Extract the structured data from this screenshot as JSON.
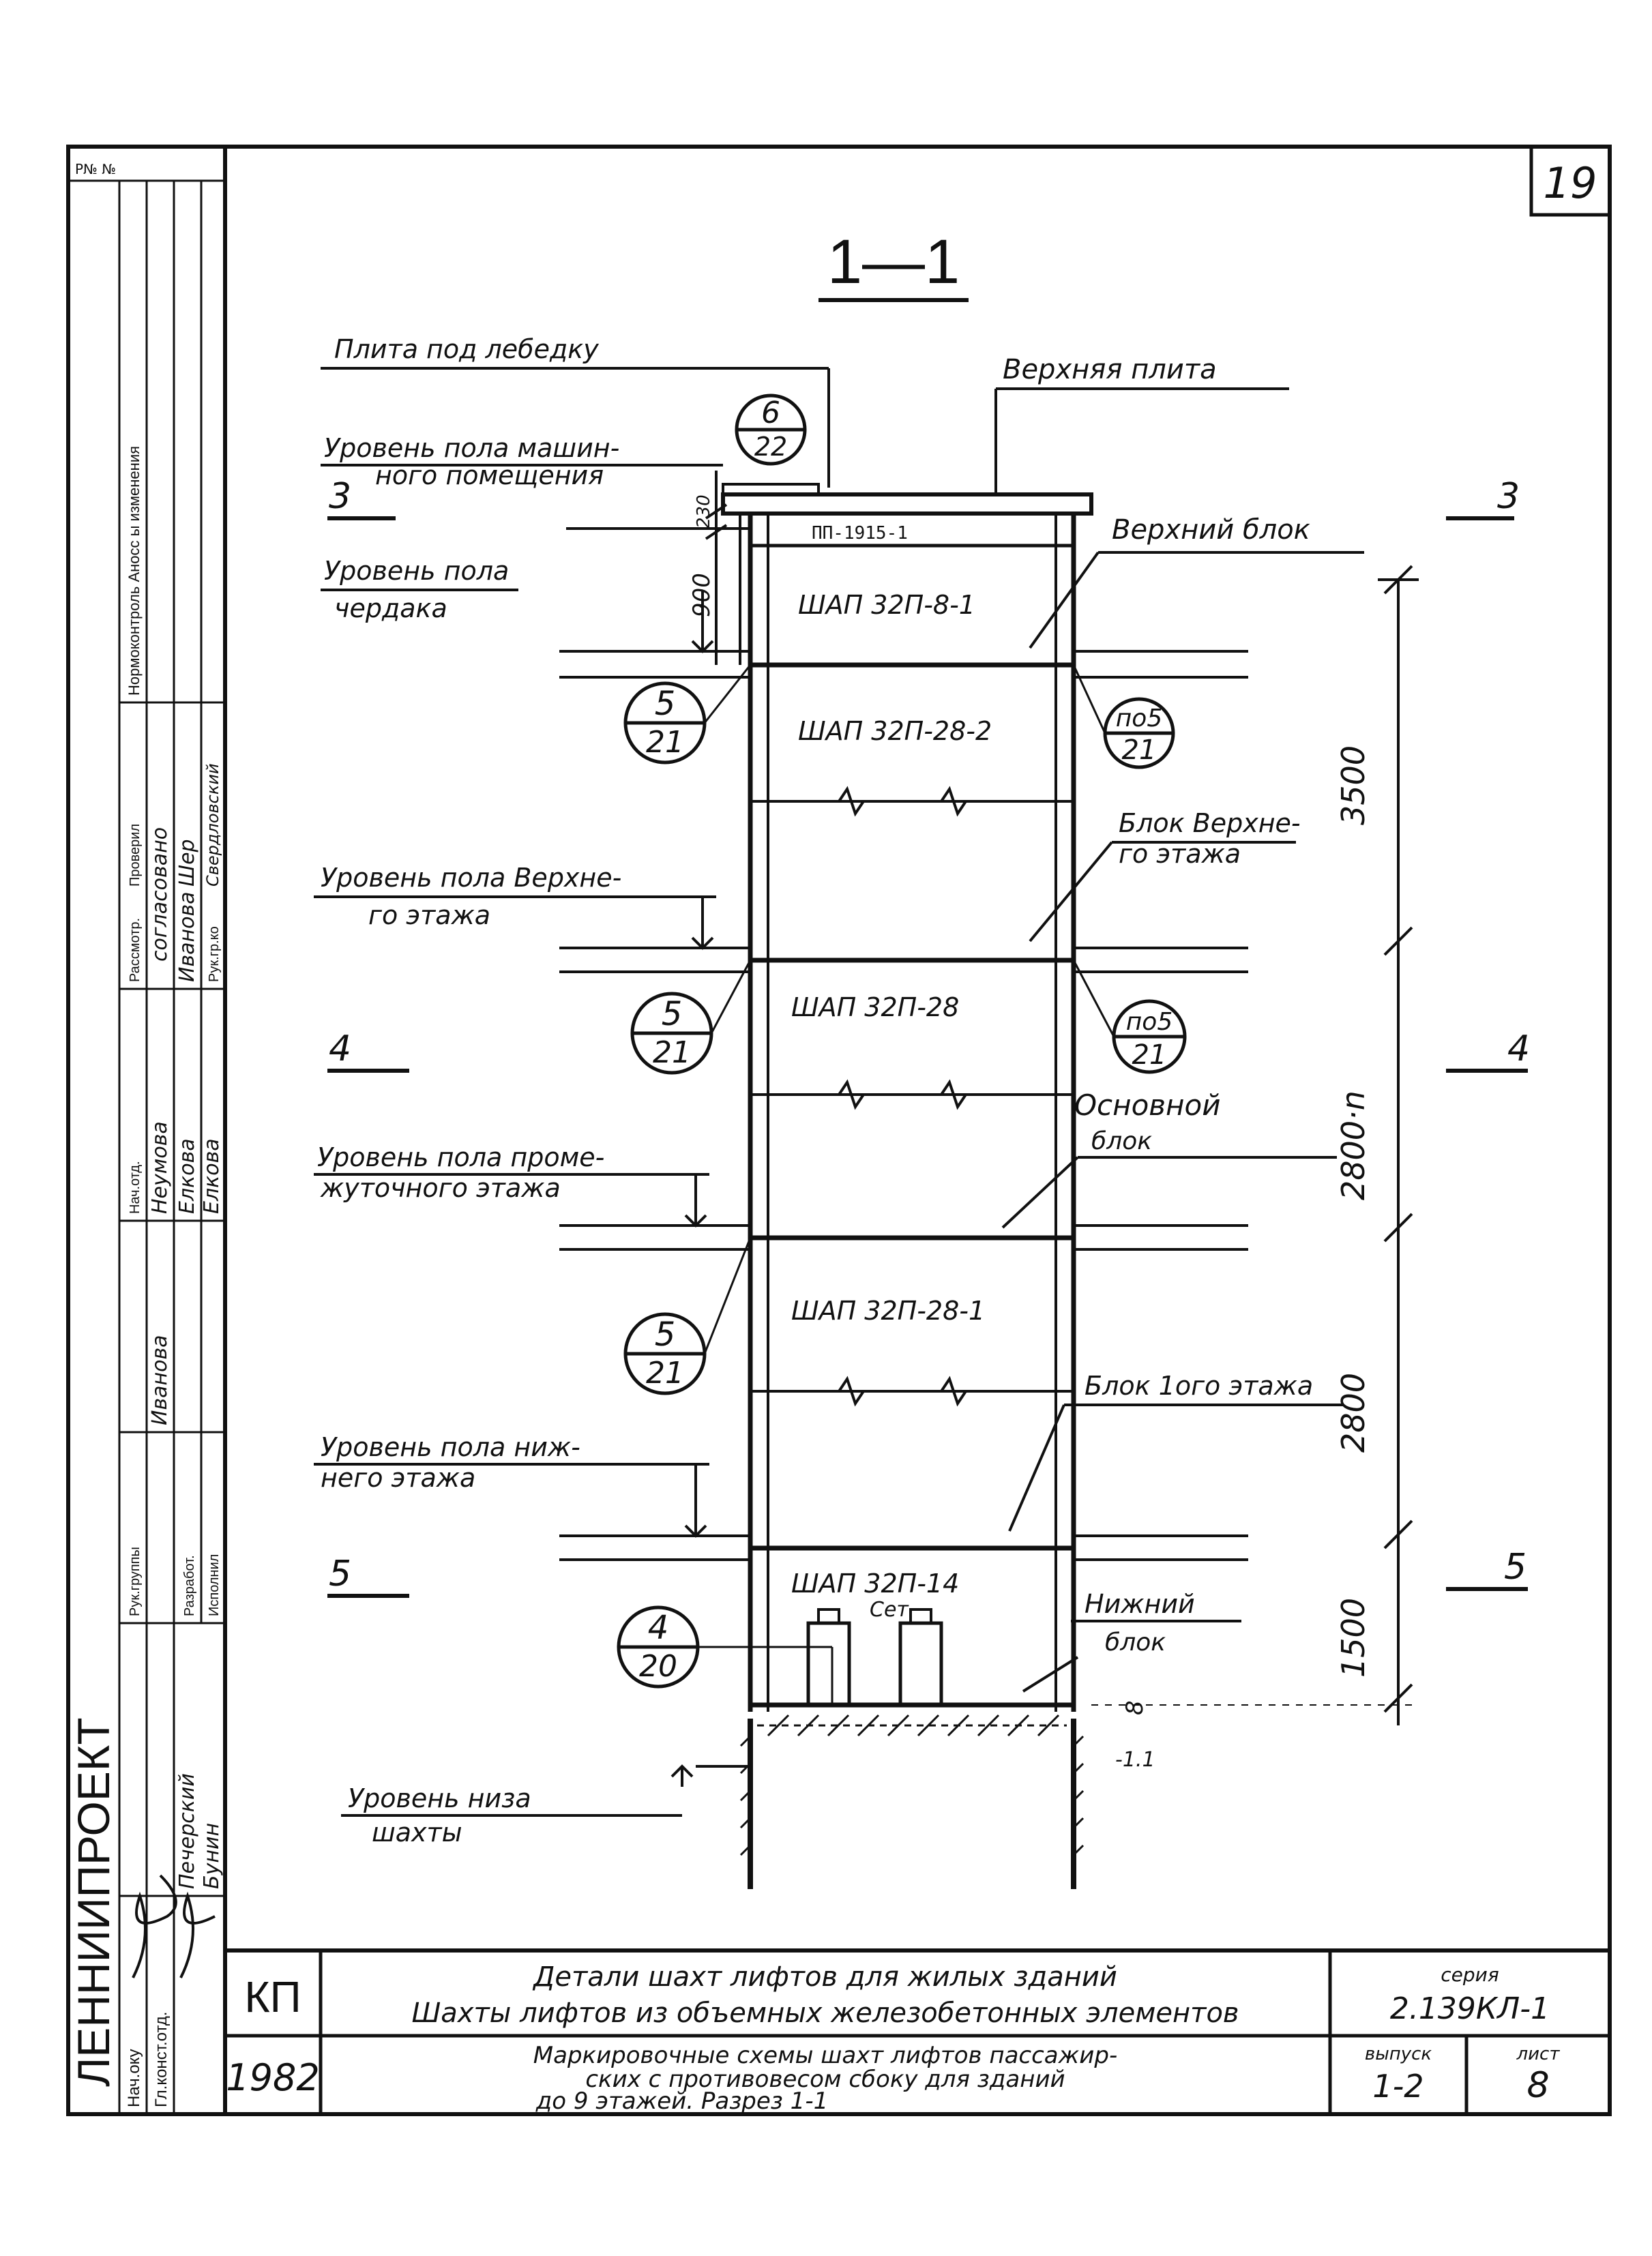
{
  "sheet": {
    "page_number": "19",
    "section_title": "1—1"
  },
  "left_strip": {
    "org": "ЛЕННИИПРОЕКТ",
    "inv": "Р№ №",
    "agreement_row": "Нормоконтроль  Аносс ы изменения",
    "agreed_word": "согласовано",
    "rows": [
      {
        "role": "Нач.отд.",
        "name": "Неумова"
      },
      {
        "role": "Рук.группы",
        "name": "Иванова"
      },
      {
        "role": "Разработ.",
        "name": "Елкова"
      },
      {
        "role": "Исполнил",
        "name": "Елкова"
      },
      {
        "role": "Рассмотр.",
        "name": "Иванова"
      },
      {
        "role": "Проверил",
        "name": "Шер"
      },
      {
        "role": "Рук.гр.ко",
        "name": "Свердловский"
      }
    ],
    "heads": [
      {
        "role": "Нач.оку",
        "name": "Печерский"
      },
      {
        "role": "Гл.конст.отд.",
        "name": "Бунин"
      }
    ]
  },
  "labels": {
    "plate_winch": "Плита под лебедку",
    "top_plate": "Верхняя плита",
    "level_machine_1": "Уровень пола машин-",
    "level_machine_2": "ного помещения",
    "level_attic_1": "Уровень пола",
    "level_attic_2": "чердака",
    "level_top_floor_1": "Уровень пола Верхне-",
    "level_top_floor_2": "го этажа",
    "level_mid_floor_1": "Уровень пола проме-",
    "level_mid_floor_2": "жуточного этажа",
    "level_ground_floor_1": "Уровень пола ниж-",
    "level_ground_floor_2": "него этажа",
    "level_pit_1": "Уровень низа",
    "level_pit_2": "шахты",
    "top_block": "Верхний блок",
    "top_floor_block_1": "Блок Верхне-",
    "top_floor_block_2": "го этажа",
    "main_block_1": "Основной",
    "main_block_2": "блок",
    "first_floor_block": "Блок 1ого этажа",
    "bottom_block_1": "Нижний",
    "bottom_block_2": "блок"
  },
  "elements": {
    "pp": "ПП-1915-1",
    "e1": "ШАП 32П-8-1",
    "e2": "ШАП 32П-28-2",
    "e3": "ШАП 32П-28",
    "e4": "ШАП 32П-28-1",
    "e5": "ШАП 32П-14",
    "cet": "Сет"
  },
  "bubbles": {
    "b_top": {
      "num": "6",
      "sheet": "22"
    },
    "b1": {
      "num": "5",
      "sheet": "21"
    },
    "b2": {
      "num": "по5",
      "sheet": "21"
    },
    "b3": {
      "num": "5",
      "sheet": "21"
    },
    "b4": {
      "num": "по5",
      "sheet": "21"
    },
    "b5": {
      "num": "5",
      "sheet": "21"
    },
    "b6": {
      "num": "4",
      "sheet": "20"
    }
  },
  "dimensions": {
    "d230": "230",
    "d900": "900",
    "d3500": "3500",
    "d2800n": "2800·n",
    "d2800": "2800",
    "d1500": "1500",
    "d_small": "8",
    "pit": "-1.1"
  },
  "section_marks": {
    "m3": "3",
    "m4": "4",
    "m5": "5"
  },
  "title_block": {
    "code": "КП",
    "year": "1982",
    "title_1": "Детали шахт лифтов для жилых зданий",
    "title_2": "Шахты лифтов из объемных железобетонных элементов",
    "desc_1": "Маркировочные схемы шахт лифтов пассажир-",
    "desc_2": "ских с противовесом сбоку для зданий",
    "desc_3": "до 9 этажей. Разрез 1-1",
    "series_label": "серия",
    "series_value": "2.139КЛ-1",
    "issue_label": "выпуск",
    "issue_value": "1-2",
    "sheet_label": "лист",
    "sheet_value": "8"
  }
}
